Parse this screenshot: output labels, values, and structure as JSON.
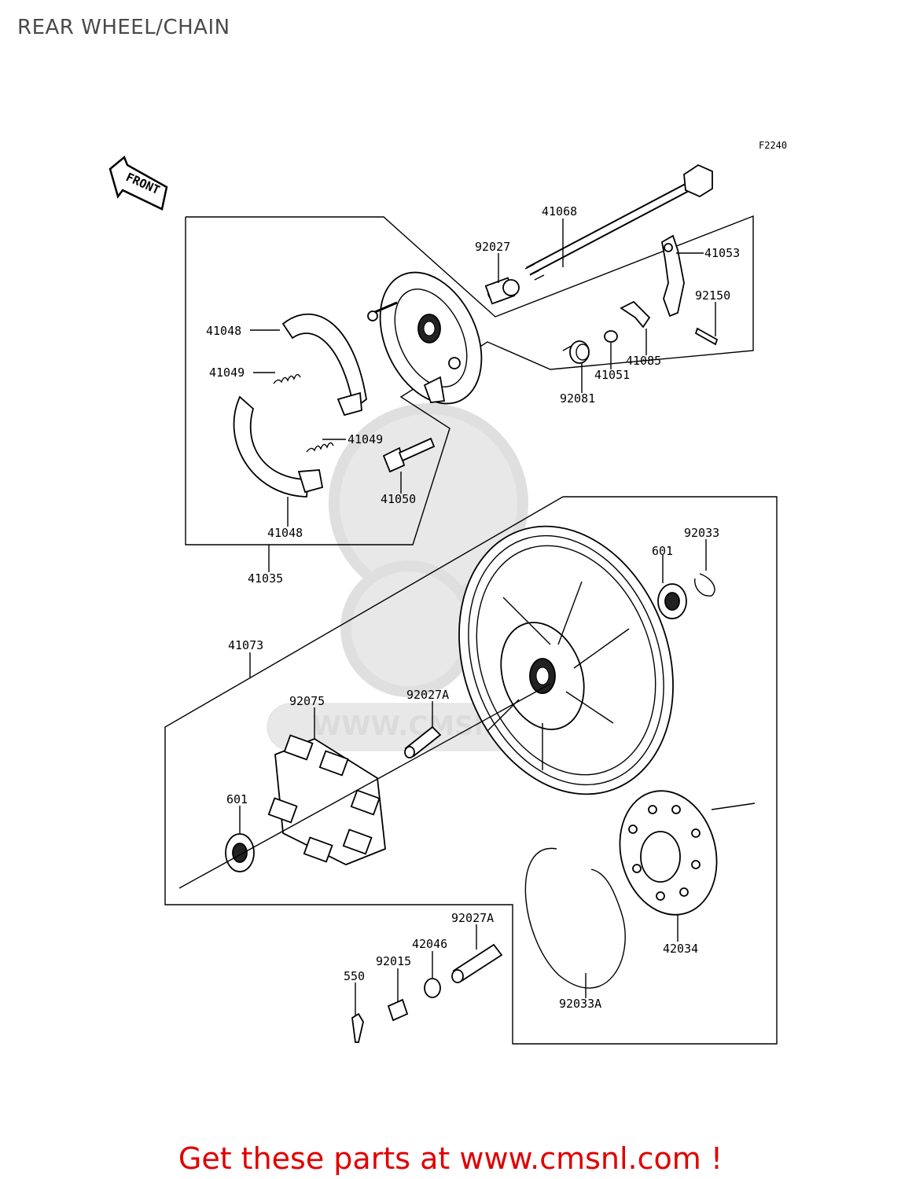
{
  "page": {
    "title": "REAR WHEEL/CHAIN",
    "figure_code": "F2240",
    "front_arrow": "FRONT",
    "watermark": "WWW.CMSNL.COM",
    "footer": "Get these parts at www.cmsnl.com !"
  },
  "parts": {
    "p41068": "41068",
    "p92027": "92027",
    "p41053": "41053",
    "p92150": "92150",
    "p41048a": "41048",
    "p41049a": "41049",
    "p41049b": "41049",
    "p41085": "41085",
    "p41051": "41051",
    "p92081": "92081",
    "p41050": "41050",
    "p41048b": "41048",
    "p41035": "41035",
    "p92033": "92033",
    "p601a": "601",
    "p41073": "41073",
    "p92075": "92075",
    "p92027A": "92027A",
    "p601b": "601",
    "p92027A2": "92027A",
    "p42046": "42046",
    "p92015": "92015",
    "p550": "550",
    "p42034": "42034",
    "p92033A": "92033A"
  }
}
